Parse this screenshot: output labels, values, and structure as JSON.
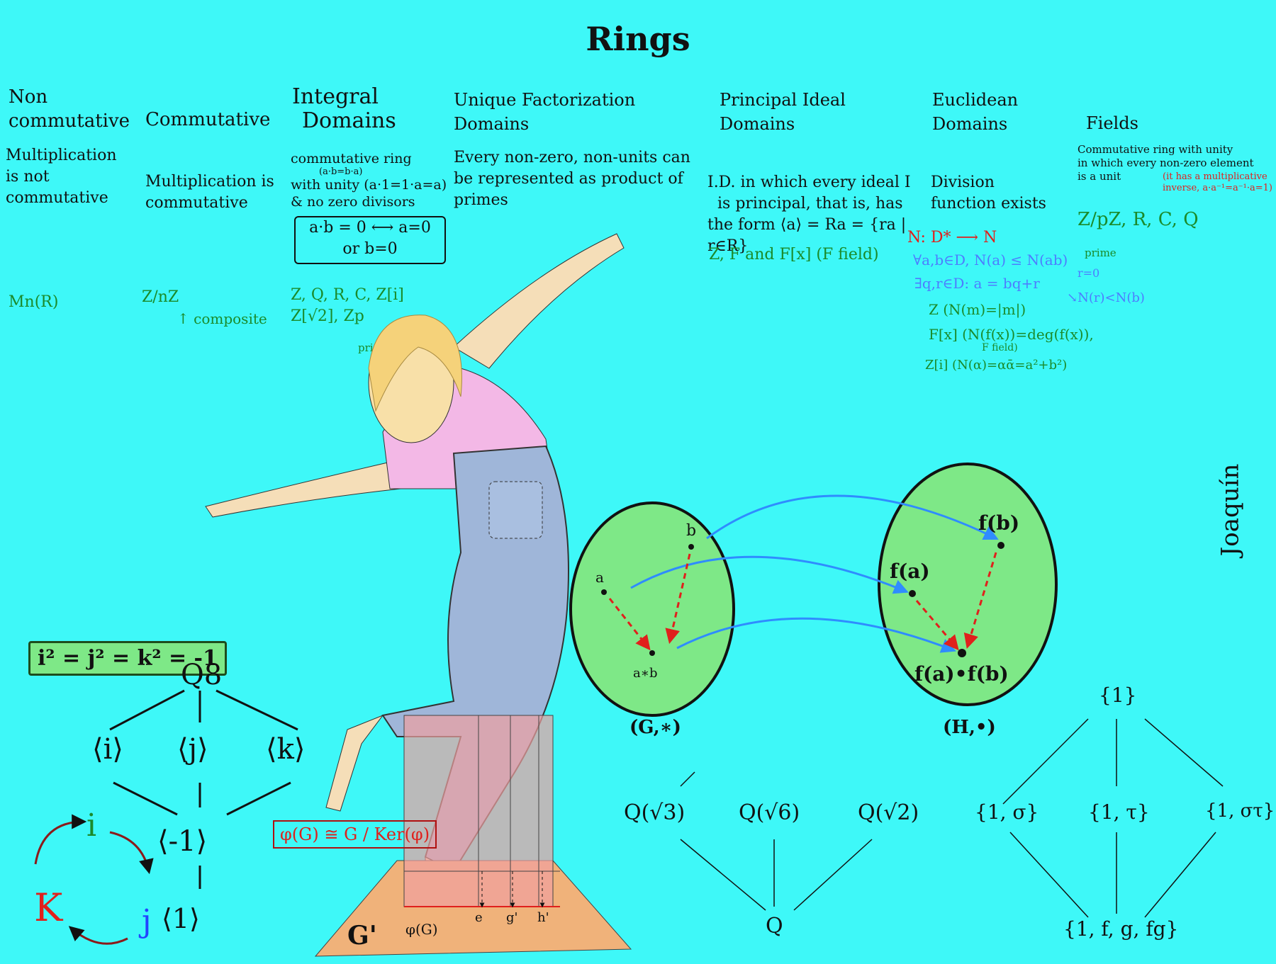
{
  "title": "Rings",
  "columns": [
    {
      "id": "noncomm",
      "heading": [
        "Non",
        "commutative"
      ],
      "desc": [
        "Multiplication",
        "is not",
        "commutative"
      ],
      "example": "Mn(R)"
    },
    {
      "id": "comm",
      "heading": [
        "Commutative"
      ],
      "desc": [
        "Multiplication is",
        "commutative"
      ],
      "example": "Z/nZ",
      "note": "composite"
    },
    {
      "id": "integral",
      "heading": [
        "Integral",
        "Domains"
      ],
      "desc": [
        "commutative ring",
        "(a·b=b·a)",
        "with unity (a·1=1·a=a)",
        "& no zero divisors"
      ],
      "box": [
        "a·b = 0 ⟷ a=0",
        "or b=0"
      ],
      "example": [
        "Z, Q, R, C, Z[i]",
        "Z[√2], Zp"
      ],
      "note": "prime"
    },
    {
      "id": "ufd",
      "heading": [
        "Unique Factorization",
        "Domains"
      ],
      "desc": [
        "Every non-zero, non-units can",
        "be represented as product of",
        "primes"
      ]
    },
    {
      "id": "pid",
      "heading": [
        "Principal Ideal",
        "Domains"
      ],
      "desc": [
        "I.D. in which every ideal I",
        "is principal, that is, has",
        "the form ⟨a⟩ = Ra = {ra | r∈R}"
      ],
      "example": "Z, F and F[x] (F field)"
    },
    {
      "id": "euclid",
      "heading": [
        "Euclidean",
        "Domains"
      ],
      "desc": [
        "Division",
        "function exists"
      ],
      "norm": "N: D* ⟶ N",
      "cond1": "∀a,b∈D, N(a) ≤ N(ab)",
      "cond2": "∃q,r∈D: a = bq+r",
      "cond3": "r=0",
      "cond4": "N(r)<N(b)",
      "ex1": "Z (N(m)=|m|)",
      "ex2": "F[x] (N(f(x))=deg(f(x)),",
      "ex2b": "F field)",
      "ex3": "Z[i] (N(α)=αᾱ=a²+b²)"
    },
    {
      "id": "fields",
      "heading": [
        "Fields"
      ],
      "desc": [
        "Commutative ring with unity",
        "in which every non-zero element",
        "is a unit"
      ],
      "note": "(it has a multiplicative",
      "note2": "inverse, a·a⁻¹=a⁻¹·a=1)",
      "example": "Z/pZ, R, C, Q",
      "prime": "prime"
    }
  ],
  "homomorphism": {
    "a": "a",
    "b": "b",
    "ab": "a∗b",
    "fa": "f(a)",
    "fb": "f(b)",
    "fafb": "f(a)•f(b)",
    "G": "(G,∗)",
    "H": "(H,•)"
  },
  "quaternion": {
    "rel": "i² = j² = k² = -1",
    "Q8": "Q8",
    "i": "⟨i⟩",
    "j": "⟨j⟩",
    "k": "⟨k⟩",
    "m1": "⟨-1⟩",
    "one": "⟨1⟩",
    "ci": "i",
    "cj": "j",
    "ck": "K"
  },
  "iso": {
    "formula": "φ(G) ≅ G / Ker(φ)",
    "gprime": "G'",
    "phig": "φ(G)",
    "e": "e",
    "g": "g'",
    "h": "h'"
  },
  "field_lattice": {
    "top": [
      "Q(√3)",
      "Q(√6)",
      "Q(√2)"
    ],
    "bottom": "Q"
  },
  "galois_lattice": {
    "top": "{1}",
    "mid": [
      "{1, σ}",
      "{1, τ}",
      "{1, στ}"
    ],
    "bottom": "{1, f, g, fg}"
  },
  "signature": "Joaquín"
}
